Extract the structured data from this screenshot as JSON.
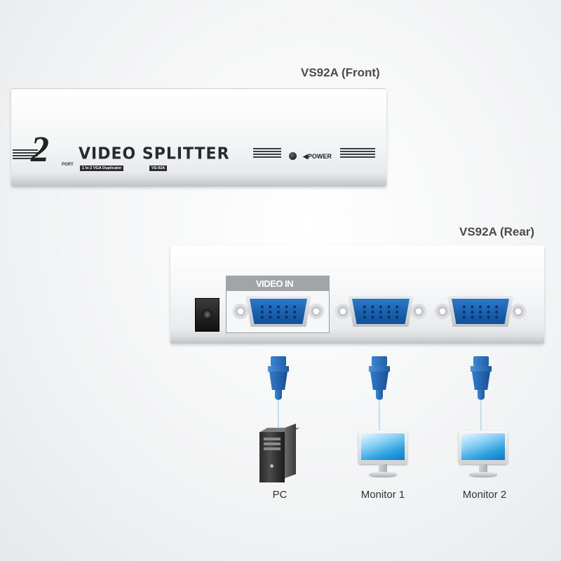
{
  "front": {
    "caption": "VS92A (Front)",
    "brand_number": "2",
    "brand_port": "PORT",
    "brand_title": "VIDEO SPLITTER",
    "tag_duplicator": "1 to 2 VGA Duplicator",
    "tag_model": "VS-92A",
    "power_label": "◀POWER"
  },
  "rear": {
    "caption": "VS92A (Rear)",
    "video_in_label": "VIDEO IN"
  },
  "devices": {
    "pc_label": "PC",
    "monitor1_label": "Monitor 1",
    "monitor2_label": "Monitor 2"
  },
  "colors": {
    "connector_blue": "#1f6ac0",
    "screen_blue": "#2da1e0",
    "cable": "#a9d8f0"
  },
  "icons": [
    "vga-port-icon",
    "vga-plug-icon",
    "pc-tower-icon",
    "monitor-icon",
    "dc-power-jack-icon",
    "power-led-icon"
  ]
}
